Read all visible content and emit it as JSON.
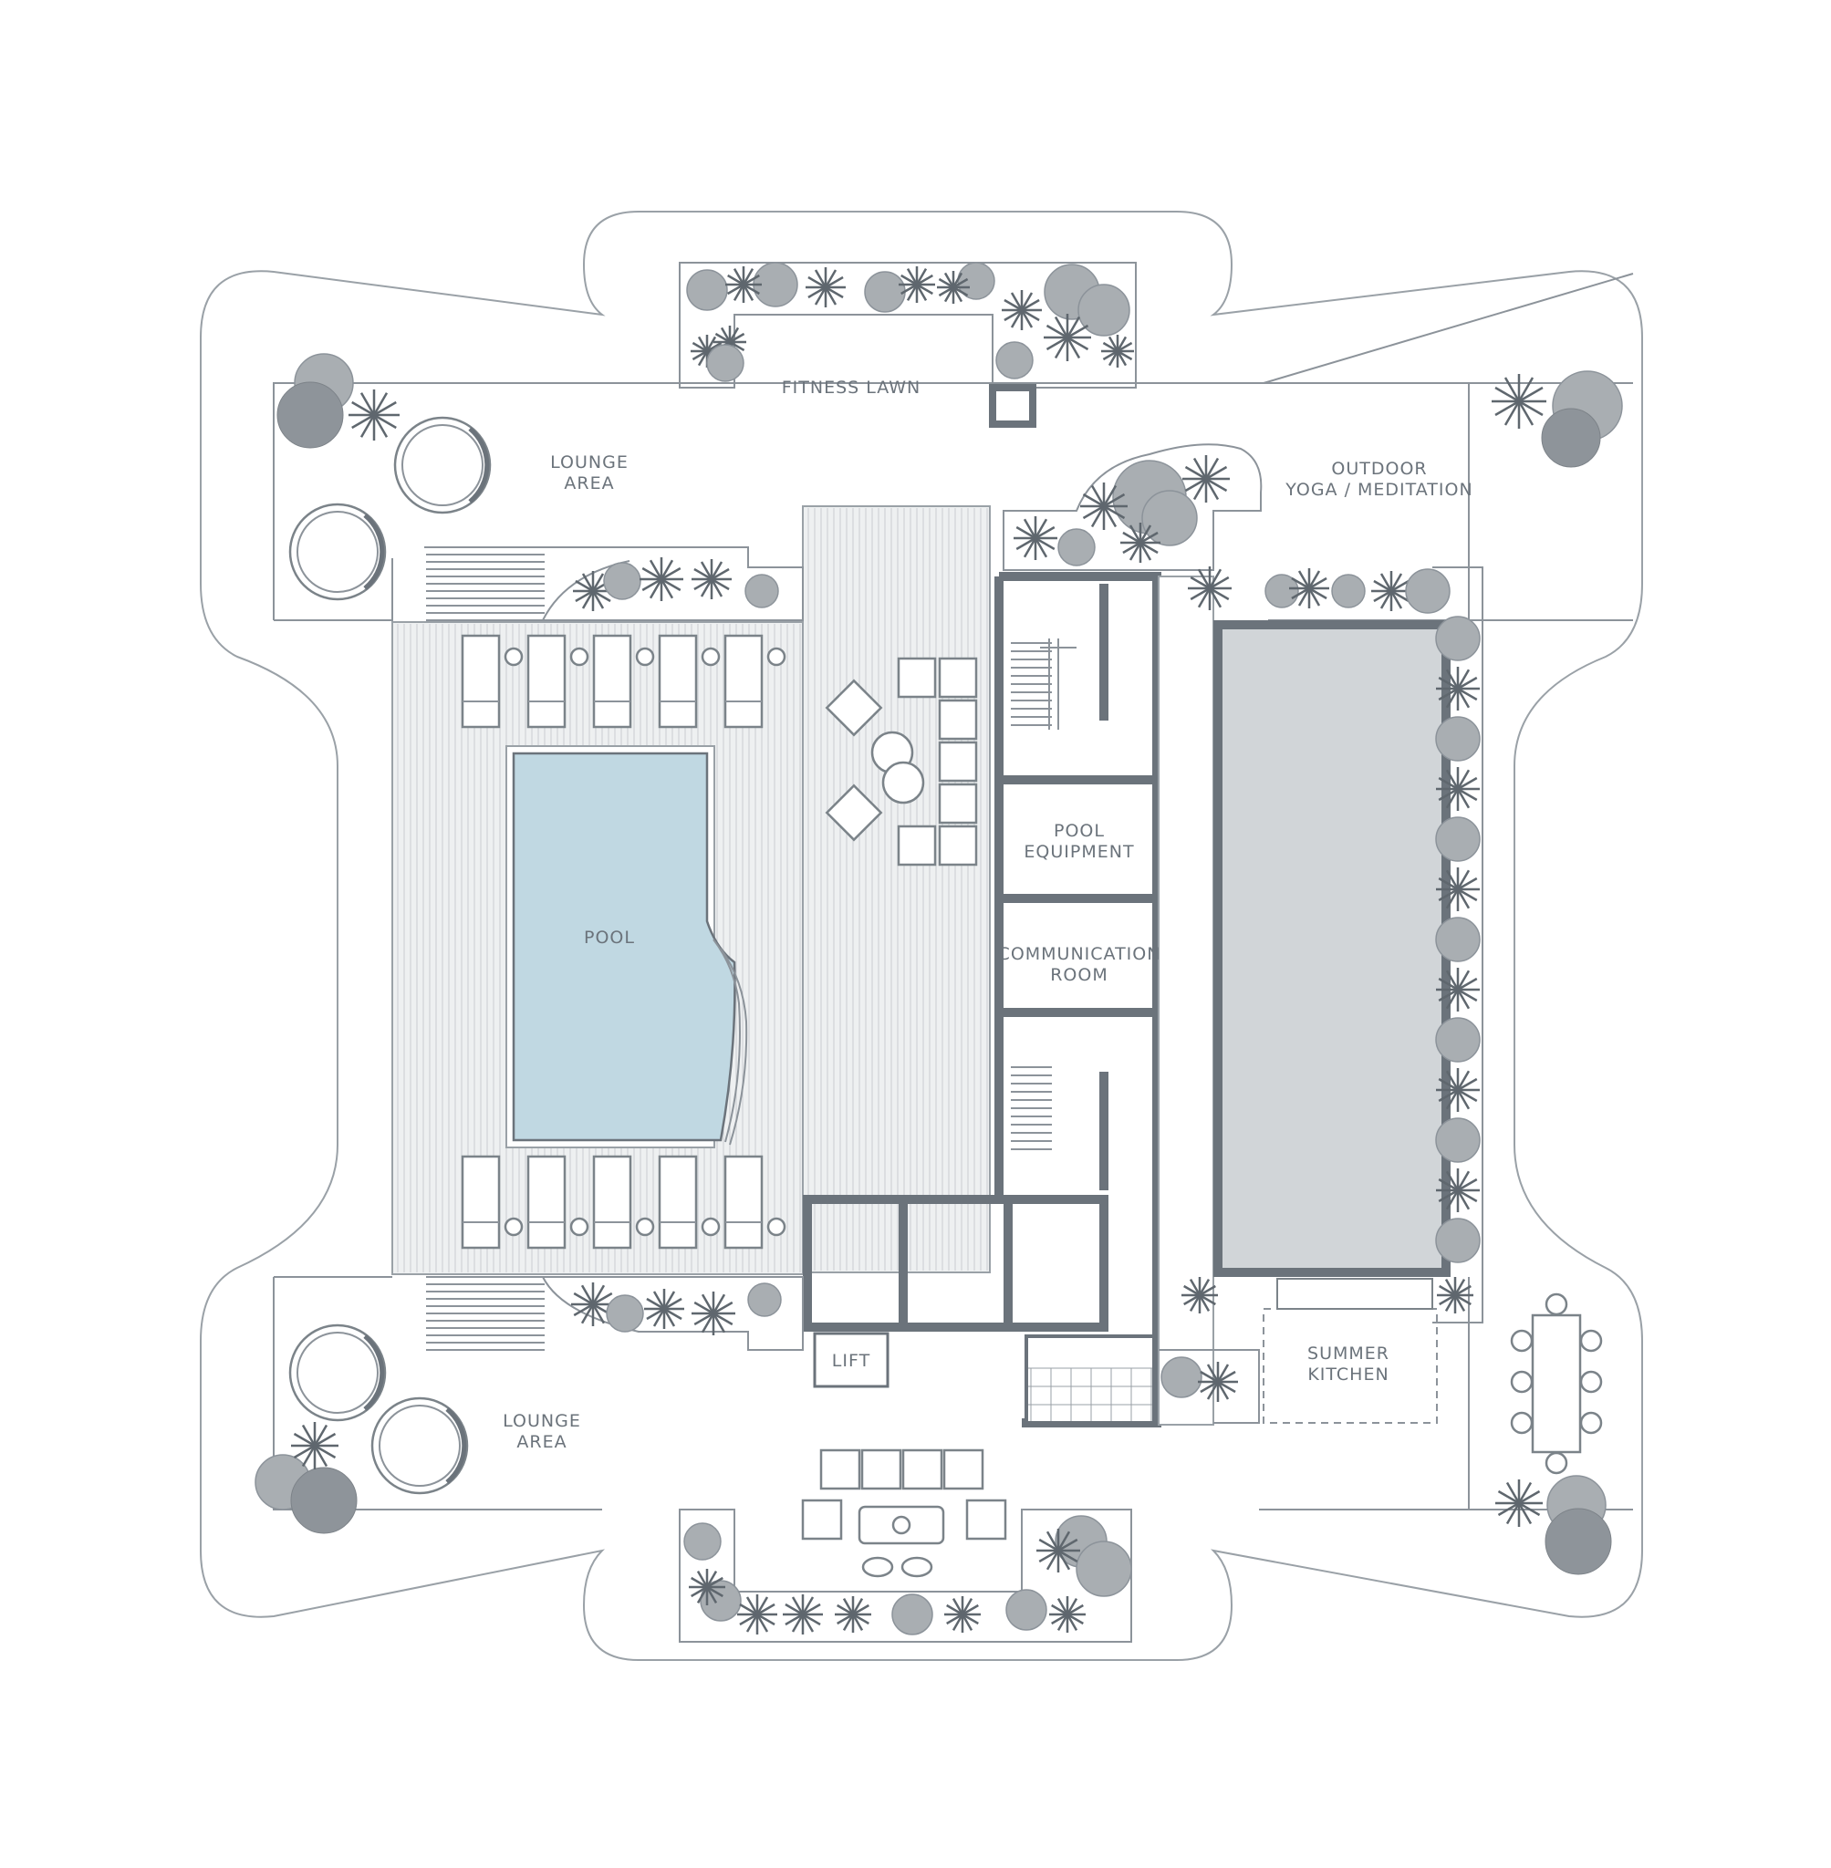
{
  "plan": {
    "labels": {
      "fitness_lawn": "FITNESS LAWN",
      "lounge_top_1": "LOUNGE",
      "lounge_top_2": "AREA",
      "outdoor_1": "OUTDOOR",
      "outdoor_2": "YOGA / MEDITATION",
      "pool": "POOL",
      "pool_equipment_1": "POOL",
      "pool_equipment_2": "EQUIPMENT",
      "communication_1": "COMMUNICATION",
      "communication_2": "ROOM",
      "lift": "LIFT",
      "summer_kitchen_1": "SUMMER",
      "summer_kitchen_2": "KITCHEN",
      "lounge_bottom_1": "LOUNGE",
      "lounge_bottom_2": "AREA"
    },
    "colors": {
      "pool_water": "#c0d8e2",
      "indoor_hall": "#d1d5d8",
      "walls": "#6b737b",
      "lines": "#9aa1a7",
      "trees": "#a9aeb2"
    }
  }
}
